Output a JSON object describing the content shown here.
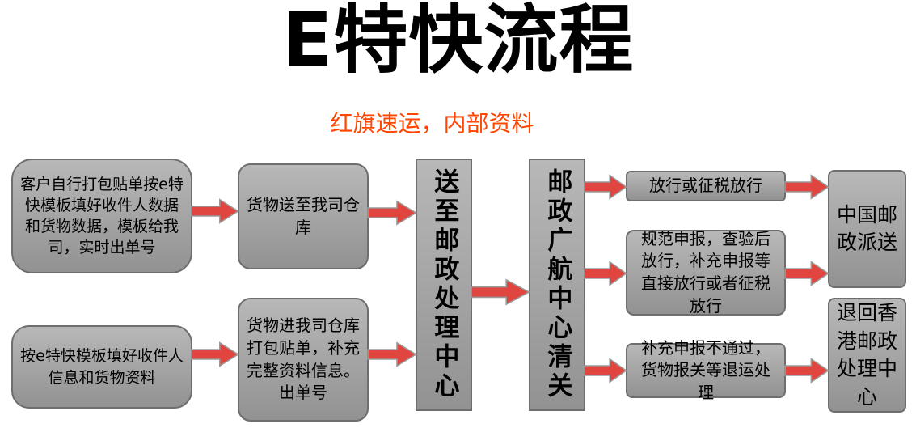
{
  "page": {
    "title": "E特快流程",
    "subtitle": "红旗速运，内部资料"
  },
  "nodes": {
    "start_top": "客户自行打包贴单按e特快模板填好收件人数据和货物数据，模板给我司，实时出单号",
    "start_bottom": "按e特快模板填好收件人信息和货物资料",
    "warehouse_direct": "货物送至我司仓库",
    "warehouse_pack": "货物进我司仓库打包贴单，补充完整资料信息。出单号",
    "postal_center": "送至邮政处理中心",
    "customs": "邮政广航中心清关",
    "release": "放行或征税放行",
    "declare": "规范申报，查验后放行，补充申报等直接放行或者征税放行",
    "reject": "补充申报不通过，货物报关等退运处理",
    "china_post": "中国邮政派送",
    "return_hk": "退回香港邮政处理中心"
  },
  "edges": [
    {
      "from": "start_top",
      "to": "warehouse_direct"
    },
    {
      "from": "start_bottom",
      "to": "warehouse_pack"
    },
    {
      "from": "warehouse_direct",
      "to": "postal_center"
    },
    {
      "from": "warehouse_pack",
      "to": "postal_center"
    },
    {
      "from": "postal_center",
      "to": "customs"
    },
    {
      "from": "customs",
      "to": "release"
    },
    {
      "from": "customs",
      "to": "declare"
    },
    {
      "from": "customs",
      "to": "reject"
    },
    {
      "from": "release",
      "to": "china_post"
    },
    {
      "from": "declare",
      "to": "china_post"
    },
    {
      "from": "reject",
      "to": "return_hk"
    }
  ],
  "colors": {
    "title_color": "#000000",
    "subtitle_color": "#ff4500",
    "box_fill_light": "#b8b8b8",
    "box_fill_dark": "#929292",
    "box_border": "#6e6e6e",
    "node_text": "#000000",
    "arrow_fill": "#e0453f",
    "arrow_outline": "#9a9a9a"
  }
}
